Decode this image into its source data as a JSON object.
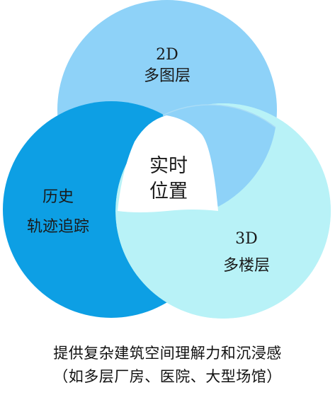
{
  "diagram": {
    "circles": [
      {
        "id": "2d",
        "line1": "2D",
        "line2": "多图层",
        "color": "#8ed2f8"
      },
      {
        "id": "history",
        "line1": "历史",
        "line2": "轨迹追踪",
        "color": "#0d9fe4"
      },
      {
        "id": "3d",
        "line1": "3D",
        "line2": "多楼层",
        "color": "#b8f2f7"
      }
    ],
    "center": {
      "line1": "实时",
      "line2": "位置",
      "color": "#ffffff"
    }
  },
  "caption": {
    "line1": "提供复杂建筑空间理解力和沉浸感",
    "line2": "（如多层厂房、医院、大型场馆）"
  }
}
